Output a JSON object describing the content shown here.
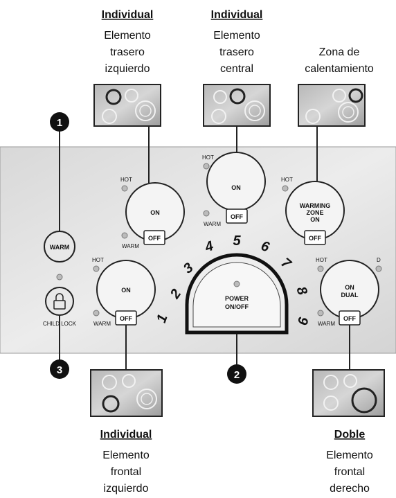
{
  "top_labels": {
    "left": {
      "heading": "Individual",
      "lines": [
        "Elemento",
        "trasero",
        "izquierdo"
      ]
    },
    "center": {
      "heading": "Individual",
      "lines": [
        "Elemento",
        "trasero",
        "central"
      ]
    },
    "right": {
      "heading": "",
      "lines": [
        "Zona de",
        "calentamiento"
      ]
    }
  },
  "bottom_labels": {
    "left": {
      "heading": "Individual",
      "lines": [
        "Elemento",
        "frontal",
        "izquierdo"
      ]
    },
    "right": {
      "heading": "Doble",
      "lines": [
        "Elemento",
        "frontal",
        "derecho"
      ]
    }
  },
  "panel": {
    "warm_button": "WARM",
    "child_lock": "CHILD LOCK",
    "hot": "HOT",
    "warm": "WARM",
    "off": "OFF",
    "d_label": "D",
    "knob_on": "ON",
    "warming_zone": [
      "WARMING",
      "ZONE",
      "ON"
    ],
    "dual": [
      "ON",
      "DUAL"
    ],
    "power": [
      "POWER",
      "ON/OFF"
    ],
    "dial_numbers": [
      "1",
      "2",
      "3",
      "4",
      "5",
      "6",
      "7",
      "8",
      "9"
    ]
  },
  "callouts": [
    "1",
    "2",
    "3"
  ]
}
